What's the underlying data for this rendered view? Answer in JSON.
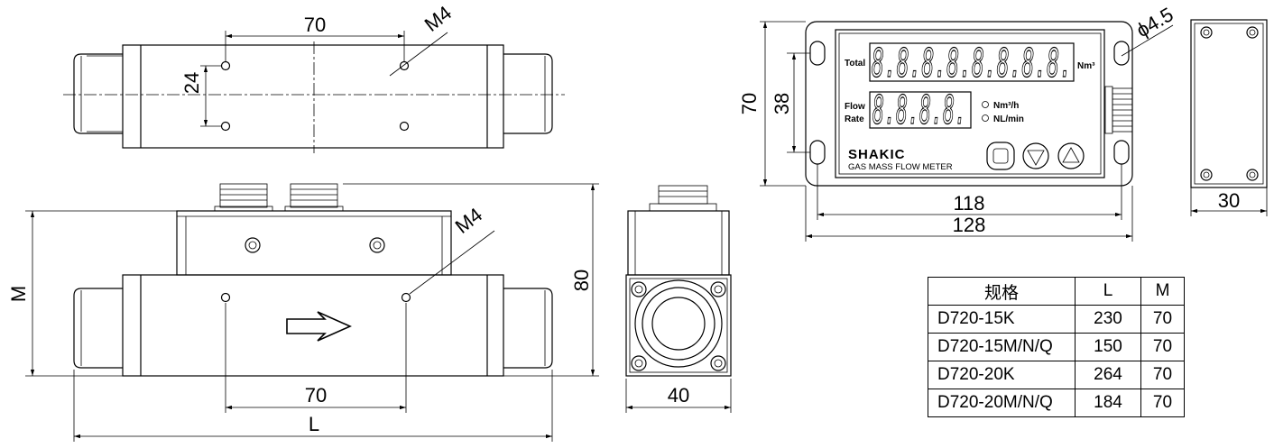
{
  "top_view": {
    "dim_hole_spacing": "70",
    "dim_hole_pitch": "24",
    "thread_label": "M4"
  },
  "front_view": {
    "dim_height_m": "M",
    "dim_height_total": "80",
    "dim_hole_spacing": "70",
    "dim_length": "L",
    "thread_label": "M4"
  },
  "side_view": {
    "dim_width": "40"
  },
  "meter_front": {
    "total_label": "Total",
    "total_digits": "8.8.8.8.8.8.8.8.",
    "total_unit": "Nm³",
    "flow_label_line1": "Flow",
    "flow_label_line2": "Rate",
    "flow_digits": "8.8.8.8.",
    "unit_option_1": "Nm³/h",
    "unit_option_2": "NL/min",
    "brand": "SHAKIC",
    "product_name": "GAS MASS FLOW METER",
    "dim_height_outer": "70",
    "dim_hole_pitch": "38",
    "dim_hole_spacing": "118",
    "dim_width": "128",
    "dim_hole_diameter": "ϕ4.5"
  },
  "meter_side": {
    "dim_depth": "30"
  },
  "spec_table": {
    "headers": [
      "规格",
      "L",
      "M"
    ],
    "rows": [
      [
        "D720-15K",
        "230",
        "70"
      ],
      [
        "D720-15M/N/Q",
        "150",
        "70"
      ],
      [
        "D720-20K",
        "264",
        "70"
      ],
      [
        "D720-20M/N/Q",
        "184",
        "70"
      ]
    ]
  }
}
